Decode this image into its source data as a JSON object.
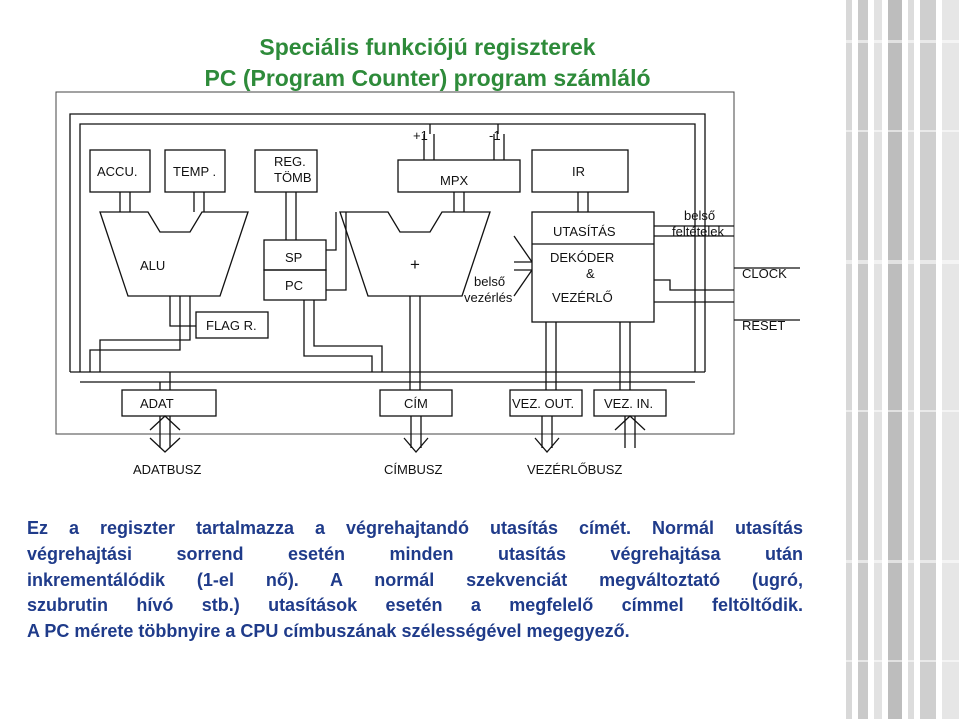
{
  "title": {
    "line1": "Speciális funkciójú regiszterek",
    "line2": "PC (Program Counter) program számláló"
  },
  "diagram": {
    "plus_one": "+1",
    "minus_one": "-1",
    "accu": "ACCU.",
    "temp": "TEMP .",
    "reg_line1": "REG.",
    "reg_line2": "TÖMB",
    "mpx": "MPX",
    "ir": "IR",
    "utasitas": "UTASÍTÁS",
    "belso_felt_1": "belső",
    "belso_felt_2": "feltételek",
    "alu": "ALU",
    "sp": "SP",
    "pc": "PC",
    "plus": "+",
    "belso_vez_1": "belső",
    "belso_vez_2": "vezérlés",
    "dekoder": "DEKÓDER",
    "amp": "&",
    "vezerlo": "VEZÉRLŐ",
    "clock": "CLOCK",
    "flag": "FLAG R.",
    "reset": "RESET",
    "adat": "ADAT",
    "cim": "CÍM",
    "vez_out": "VEZ. OUT.",
    "vez_in": "VEZ. IN.",
    "adatbusz": "ADATBUSZ",
    "cimbusz": "CÍMBUSZ",
    "vezerlobusz": "VEZÉRLŐBUSZ"
  },
  "paragraph": {
    "l1": "Ez a regiszter tartalmazza a végrehajtandó utasítás címét. Normál utasítás",
    "l2": "végrehajtási sorrend esetén minden utasítás végrehajtása után",
    "l3": "inkrementálódik (1-el nő). A normál szekvenciát megváltoztató (ugró,",
    "l4": "szubrutin hívó stb.) utasítások esetén a megfelelő címmel feltöltődik.",
    "l5": "A PC mérete többnyire a CPU címbuszának szélességével megegyező."
  },
  "colors": {
    "title": "#2e8b3a",
    "paragraph": "#1f3b8a"
  }
}
